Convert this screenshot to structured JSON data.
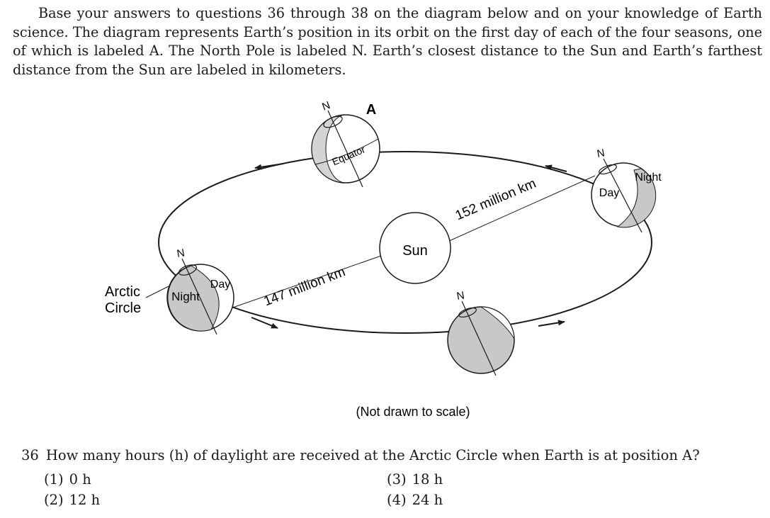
{
  "intro_text": "Base your answers to questions 36 through 38 on the diagram below and on your knowledge of Earth science. The diagram represents Earth’s position in its orbit on the first day of each of the four seasons, one of which is labeled A. The North Pole is labeled N. Earth’s closest distance to the Sun and Earth’s farthest distance from the Sun are labeled in kilometers.",
  "diagram": {
    "position_label": "A",
    "north_label": "N",
    "equator_label": "Equator",
    "sun_label": "Sun",
    "day_label": "Day",
    "night_label": "Night",
    "arctic_line1": "Arctic",
    "arctic_line2": "Circle",
    "closest_distance": "147 million km",
    "farthest_distance": "152 million km",
    "scale_note": "(Not drawn to scale)"
  },
  "question": {
    "number": "36",
    "text": "How many hours (h) of daylight are received at the Arctic Circle when Earth is at position A?",
    "options": [
      {
        "num": "(1)",
        "text": "0 h"
      },
      {
        "num": "(2)",
        "text": "12 h"
      },
      {
        "num": "(3)",
        "text": "18 h"
      },
      {
        "num": "(4)",
        "text": "24 h"
      }
    ]
  }
}
